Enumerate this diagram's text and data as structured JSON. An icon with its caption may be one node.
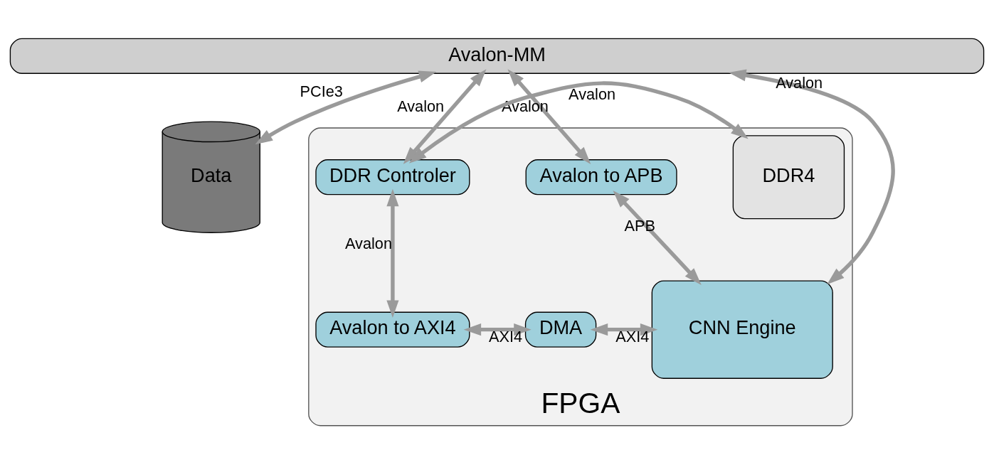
{
  "diagram": {
    "nodes": [
      {
        "text": [
          "Avalon-MM"
        ]
      },
      {
        "text": [
          "Data"
        ]
      },
      {
        "text": [
          "FPGA"
        ]
      },
      {
        "text": [
          "DDR Controler"
        ],
        "in": 2
      },
      {
        "text": [
          "DDR4"
        ],
        "in": 2
      },
      {
        "text": [
          "Avalon to APB"
        ],
        "in": 2
      },
      {
        "text": [
          "Avalon to AXI4"
        ],
        "in": 2
      },
      {
        "text": [
          "DMA"
        ],
        "in": 2
      },
      {
        "text": [
          "CNN Engine"
        ],
        "in": 2
      }
    ],
    "edges": [
      {
        "from": 0,
        "to": 1,
        "arrow": "both",
        "label": "PCIe3"
      },
      {
        "from": 0,
        "to": 3,
        "arrow": "both",
        "label": "Avalon"
      },
      {
        "from": 0,
        "to": 5,
        "arrow": "both",
        "label": "Avalon"
      },
      {
        "from": 0,
        "to": 8,
        "arrow": "both",
        "label": "Avalon"
      },
      {
        "from": 3,
        "to": 4,
        "arrow": "both",
        "label": "Avalon"
      },
      {
        "from": 3,
        "to": 6,
        "arrow": "both",
        "label": "Avalon"
      },
      {
        "from": 5,
        "to": 8,
        "arrow": "both",
        "label": "APB"
      },
      {
        "from": 6,
        "to": 7,
        "arrow": "both",
        "label": "AXI4"
      },
      {
        "from": 7,
        "to": 8,
        "arrow": "both",
        "label": "AXI4"
      }
    ]
  }
}
